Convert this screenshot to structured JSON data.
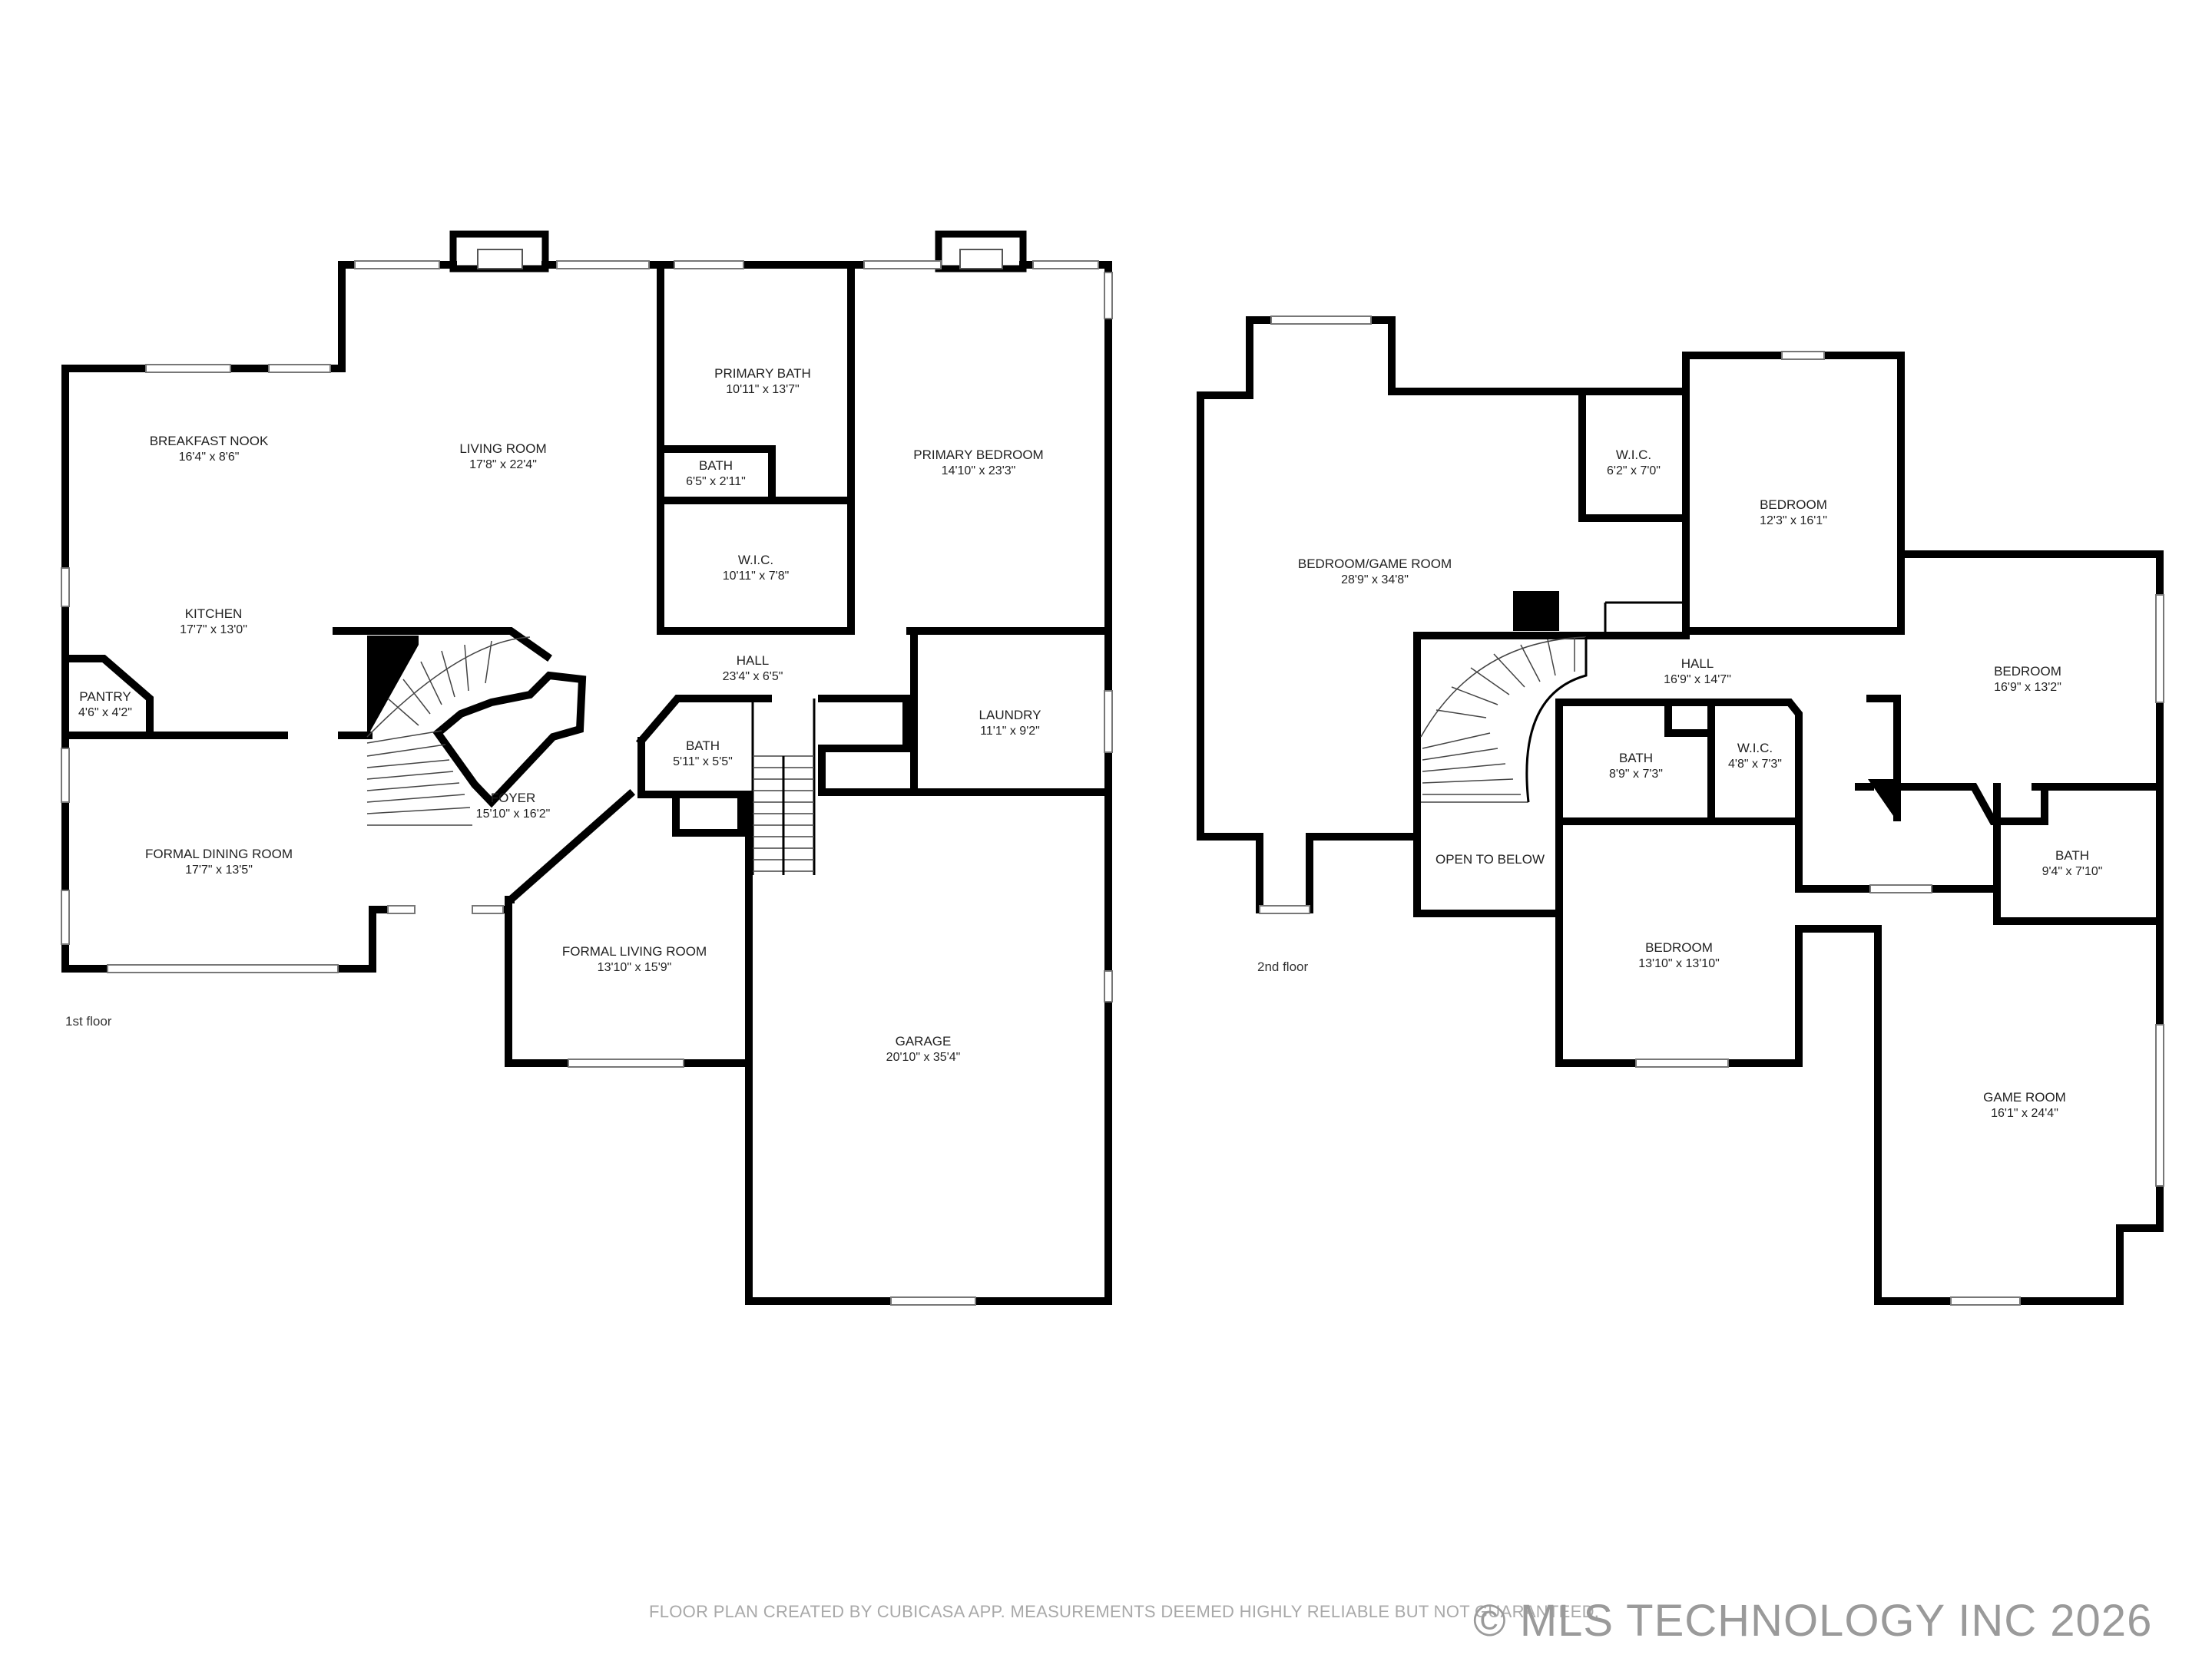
{
  "floors": [
    {
      "label": "1st floor",
      "rooms": [
        {
          "name": "BREAKFAST NOOK",
          "dims": "16'4\" x 8'6\""
        },
        {
          "name": "LIVING ROOM",
          "dims": "17'8\" x 22'4\""
        },
        {
          "name": "PRIMARY BATH",
          "dims": "10'11\" x 13'7\""
        },
        {
          "name": "BATH",
          "dims": "6'5\" x 2'11\""
        },
        {
          "name": "PRIMARY BEDROOM",
          "dims": "14'10\" x 23'3\""
        },
        {
          "name": "W.I.C.",
          "dims": "10'11\" x 7'8\""
        },
        {
          "name": "KITCHEN",
          "dims": "17'7\" x 13'0\""
        },
        {
          "name": "PANTRY",
          "dims": "4'6\" x 4'2\""
        },
        {
          "name": "HALL",
          "dims": "23'4\" x 6'5\""
        },
        {
          "name": "LAUNDRY",
          "dims": "11'1\" x 9'2\""
        },
        {
          "name": "BATH",
          "dims": "5'11\" x 5'5\""
        },
        {
          "name": "FOYER",
          "dims": "15'10\" x 16'2\""
        },
        {
          "name": "FORMAL DINING ROOM",
          "dims": "17'7\" x 13'5\""
        },
        {
          "name": "FORMAL LIVING ROOM",
          "dims": "13'10\" x 15'9\""
        },
        {
          "name": "GARAGE",
          "dims": "20'10\" x 35'4\""
        }
      ]
    },
    {
      "label": "2nd floor",
      "rooms": [
        {
          "name": "W.I.C.",
          "dims": "6'2\" x 7'0\""
        },
        {
          "name": "BEDROOM",
          "dims": "12'3\" x 16'1\""
        },
        {
          "name": "BEDROOM/GAME ROOM",
          "dims": "28'9\" x 34'8\""
        },
        {
          "name": "HALL",
          "dims": "16'9\" x 14'7\""
        },
        {
          "name": "BEDROOM",
          "dims": "16'9\" x 13'2\""
        },
        {
          "name": "BATH",
          "dims": "8'9\" x 7'3\""
        },
        {
          "name": "W.I.C.",
          "dims": "4'8\" x 7'3\""
        },
        {
          "name": "OPEN TO BELOW",
          "dims": ""
        },
        {
          "name": "BATH",
          "dims": "9'4\" x 7'10\""
        },
        {
          "name": "BEDROOM",
          "dims": "13'10\" x 13'10\""
        },
        {
          "name": "GAME ROOM",
          "dims": "16'1\" x 24'4\""
        }
      ]
    }
  ],
  "footer": {
    "disclaimer": "FLOOR PLAN CREATED BY CUBICASA APP. MEASUREMENTS DEEMED HIGHLY RELIABLE BUT NOT GUARANTEED.",
    "copyright": "© MLS TECHNOLOGY INC 2026"
  }
}
